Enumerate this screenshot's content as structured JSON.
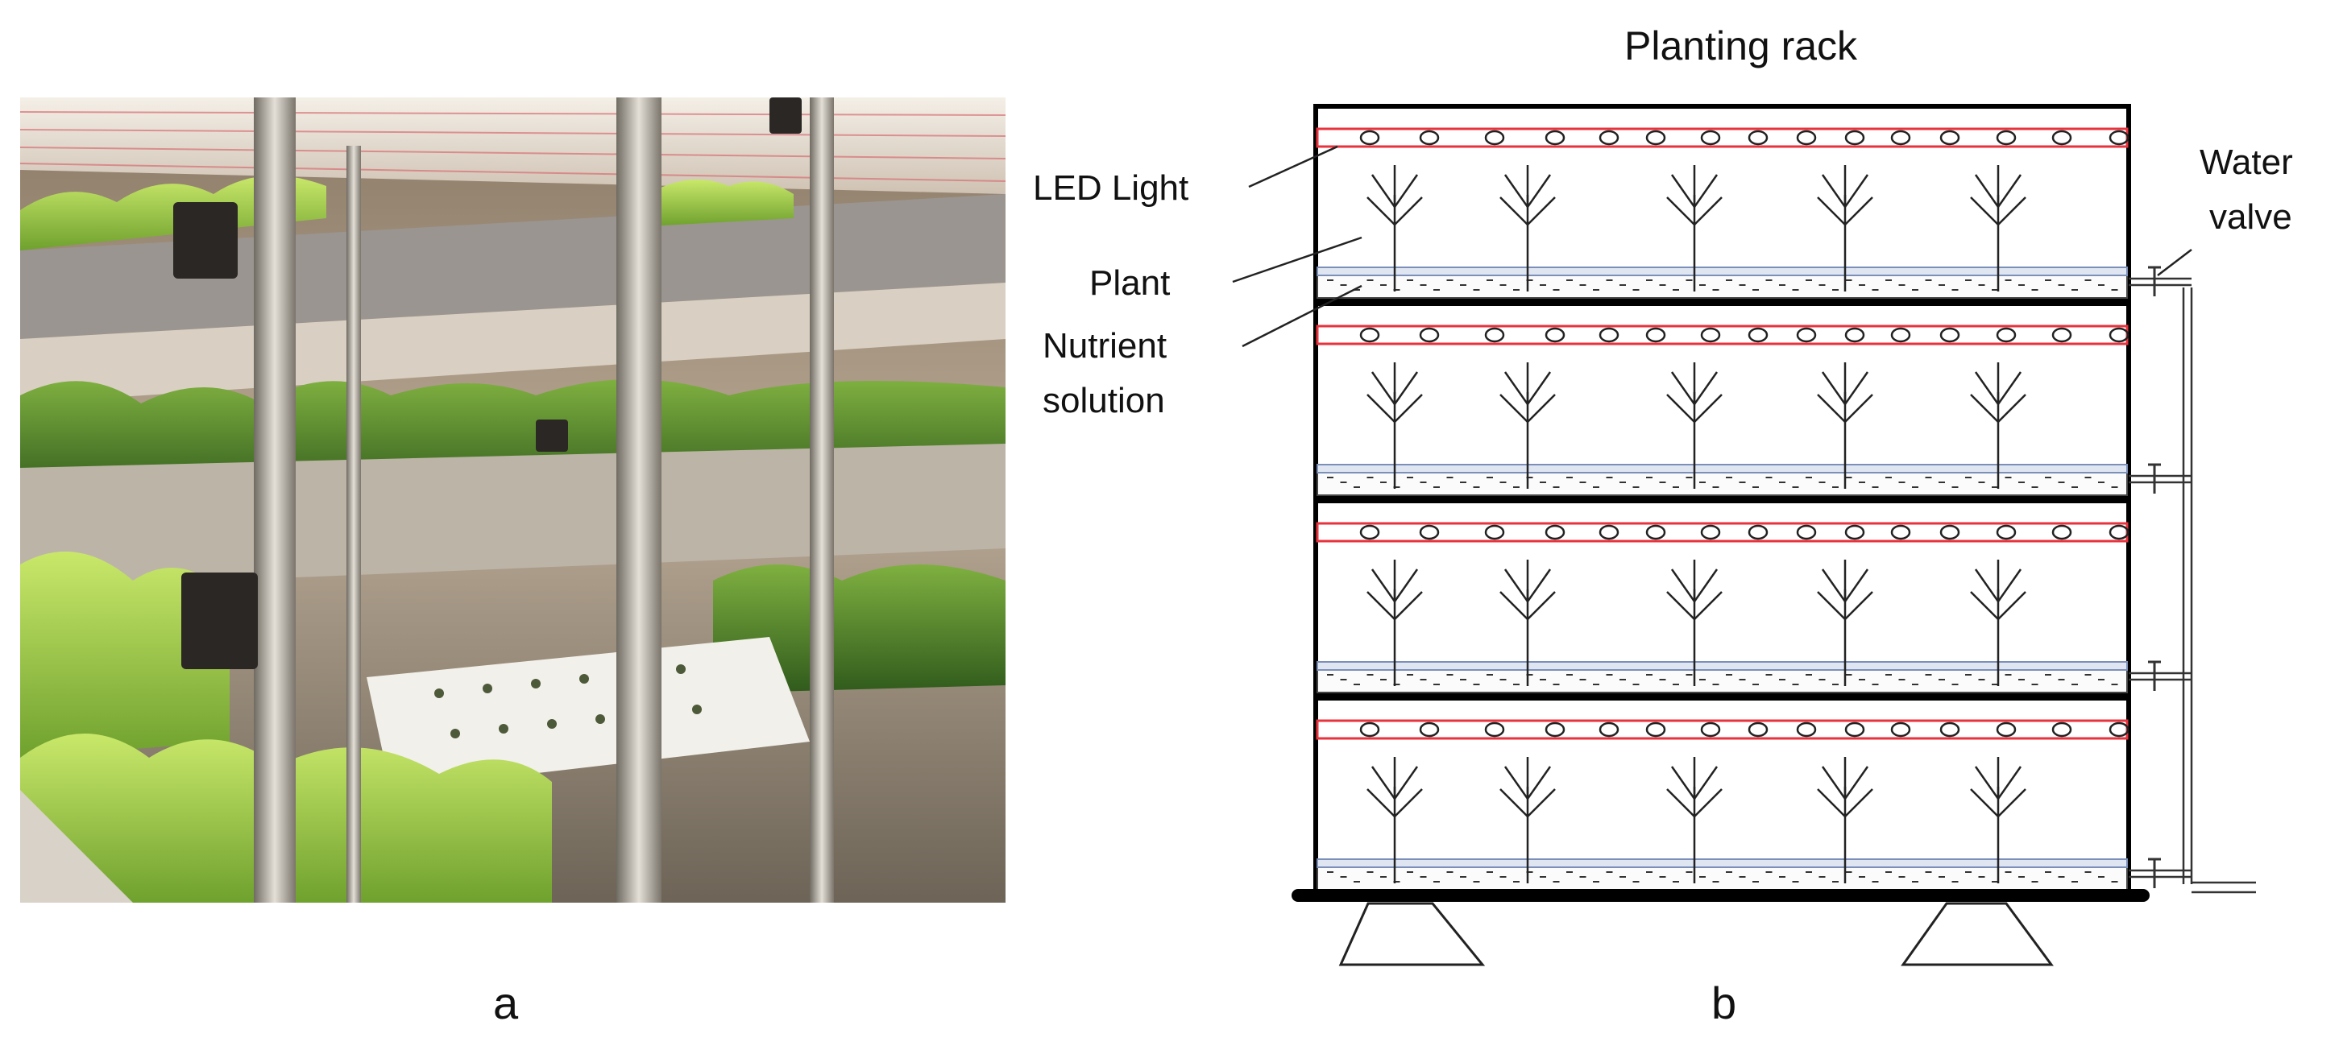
{
  "panel_a": {
    "caption": "a"
  },
  "panel_b": {
    "caption": "b",
    "title": "Planting rack",
    "labels": {
      "led_light": "LED Light",
      "plant": "Plant",
      "nutrient_line1": "Nutrient",
      "nutrient_line2": "solution",
      "water_line1": "Water",
      "water_line2": "valve"
    },
    "shelves": 4,
    "plants_per_shelf": 5,
    "colors": {
      "led_strip": "#e8323c",
      "tray_top": "#7b8fb8",
      "frame": "#000000"
    }
  }
}
